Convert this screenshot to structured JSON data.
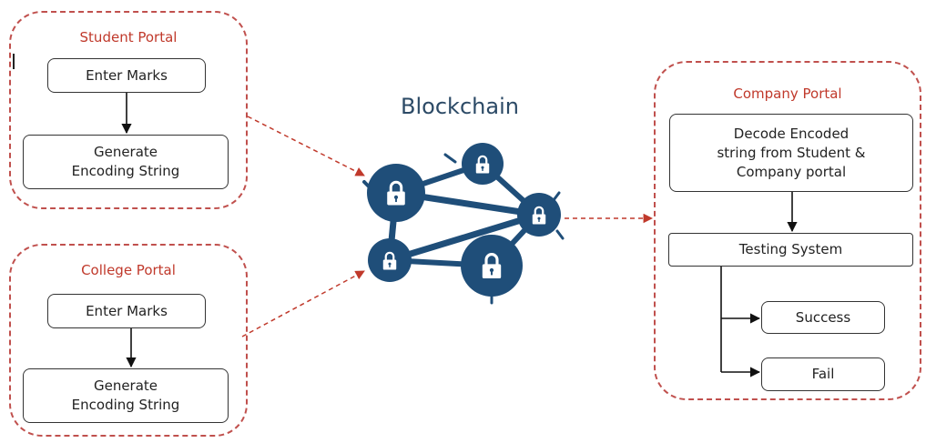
{
  "student_portal": {
    "title": "Student Portal",
    "enter_marks": "Enter Marks",
    "generate_line1": "Generate",
    "generate_line2": "Encoding String"
  },
  "college_portal": {
    "title": "College Portal",
    "enter_marks": "Enter Marks",
    "generate_line1": "Generate",
    "generate_line2": "Encoding String"
  },
  "blockchain": {
    "title": "Blockchain",
    "node_icon": "padlock-icon"
  },
  "company_portal": {
    "title": "Company Portal",
    "decode_line1": "Decode Encoded",
    "decode_line2": "string from Student &",
    "decode_line3": "Company portal",
    "testing_system": "Testing System",
    "success": "Success",
    "fail": "Fail"
  },
  "colors": {
    "portal_border": "#c0504d",
    "portal_title": "#c0392b",
    "blockchain_node": "#1f4e79",
    "arrow": "#c0392b"
  }
}
